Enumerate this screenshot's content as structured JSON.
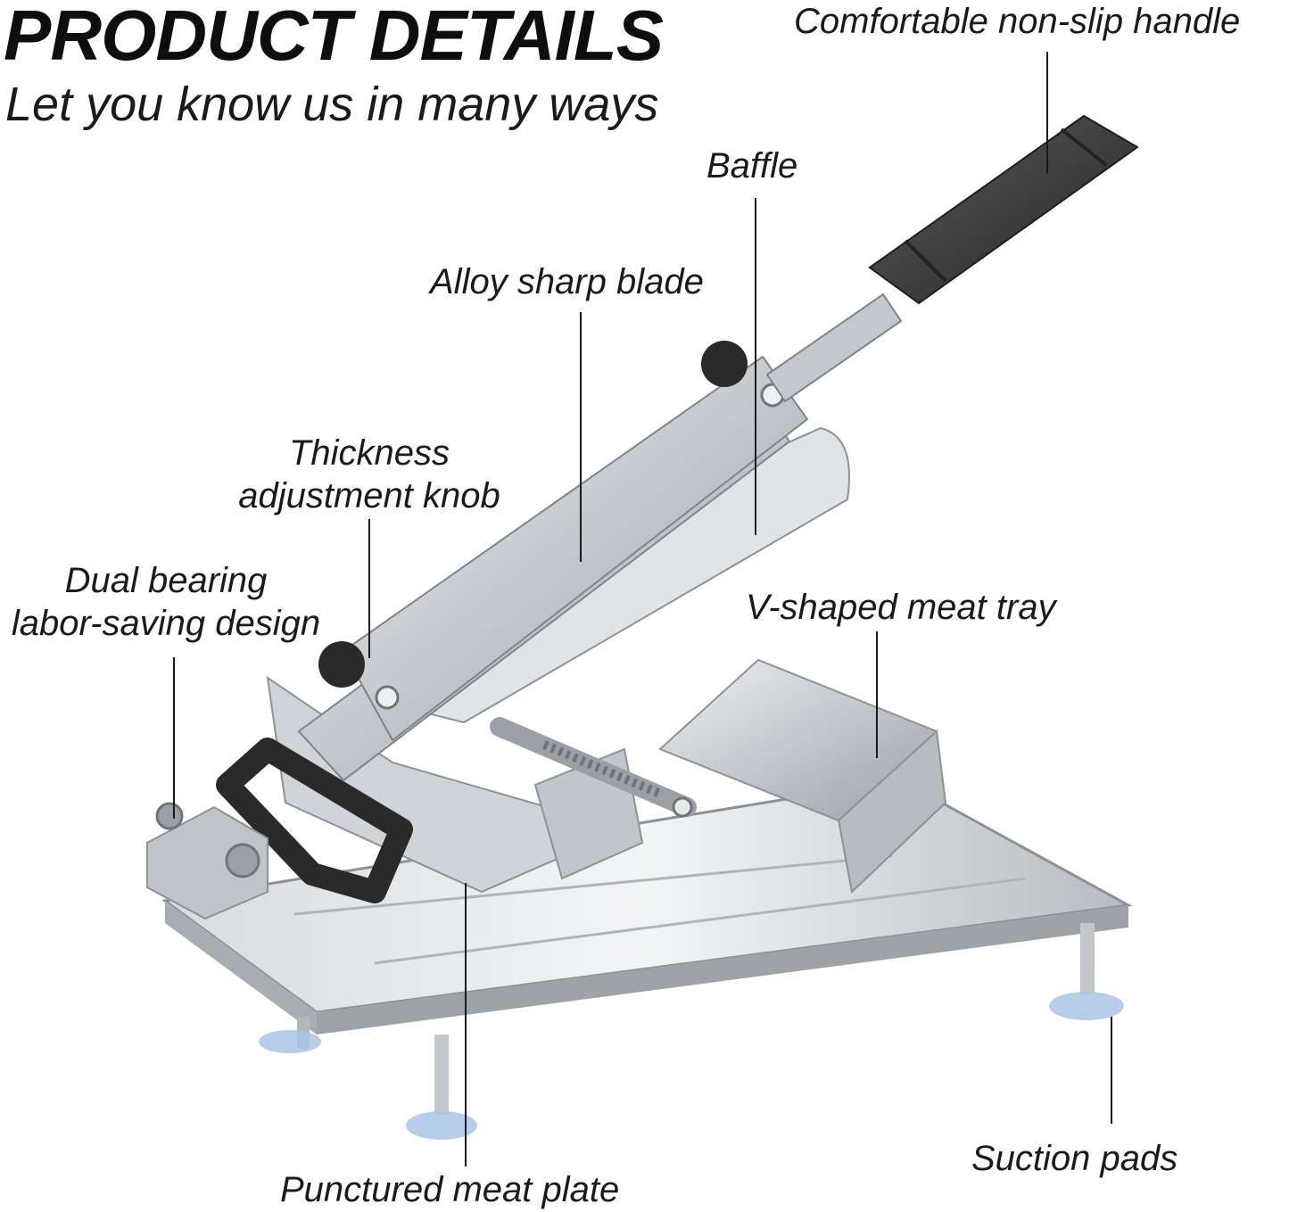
{
  "header": {
    "title": "PRODUCT DETAILS",
    "subtitle": "Let you know us in many ways"
  },
  "callouts": {
    "handle": "Comfortable non-slip handle",
    "baffle": "Baffle",
    "blade": "Alloy sharp blade",
    "knob_line1": "Thickness",
    "knob_line2": "adjustment knob",
    "bearing_line1": "Dual bearing",
    "bearing_line2": "labor-saving design",
    "tray": "V-shaped meat tray",
    "suction": "Suction pads",
    "plate": "Punctured meat plate"
  },
  "colors": {
    "text": "#1a1a1a",
    "steel": "#c9ccd0",
    "steel_dark": "#8d9297",
    "handle": "#3a3a3a",
    "suction": "#a9c6e6"
  }
}
